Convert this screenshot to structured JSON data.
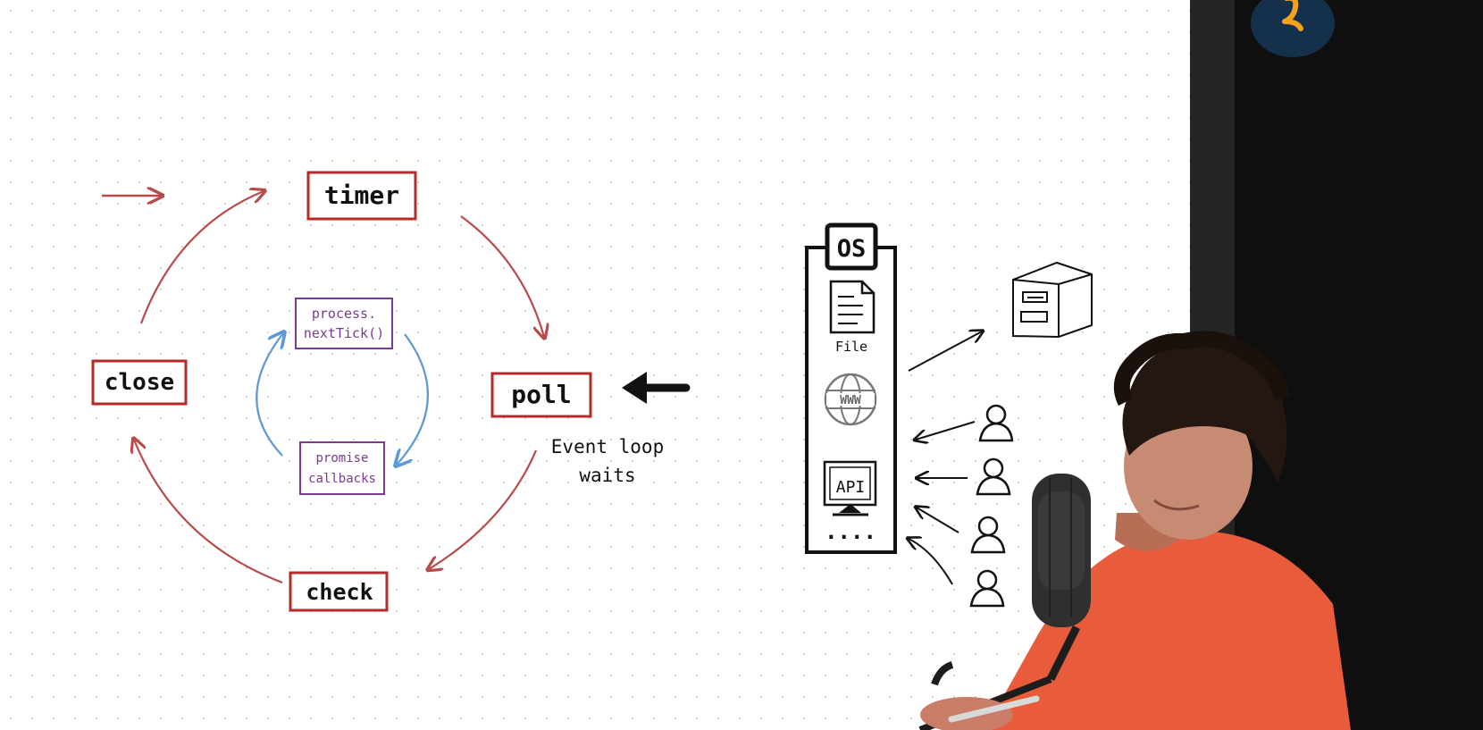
{
  "diagram": {
    "phases": {
      "timer": "timer",
      "poll": "poll",
      "check": "check",
      "close": "close"
    },
    "microtasks": {
      "next_tick_line1": "process.",
      "next_tick_line2": "nextTick()",
      "promise_line1": "promise",
      "promise_line2": "callbacks"
    },
    "poll_note_line1": "Event loop",
    "poll_note_line2": "waits",
    "os": {
      "title": "OS",
      "file_label": "File",
      "web_label": "WWW",
      "api_label": "API",
      "more": "...."
    },
    "colors": {
      "phase_border": "#b52a2a",
      "cycle_arrow": "#b84a4a",
      "microtask_border": "#7a3a92",
      "micro_arrow": "#5e98d9",
      "ink": "#111111",
      "shirt": "#e85b3b",
      "logo_bg": "#15304b",
      "logo_mark": "#f2a21b"
    }
  }
}
